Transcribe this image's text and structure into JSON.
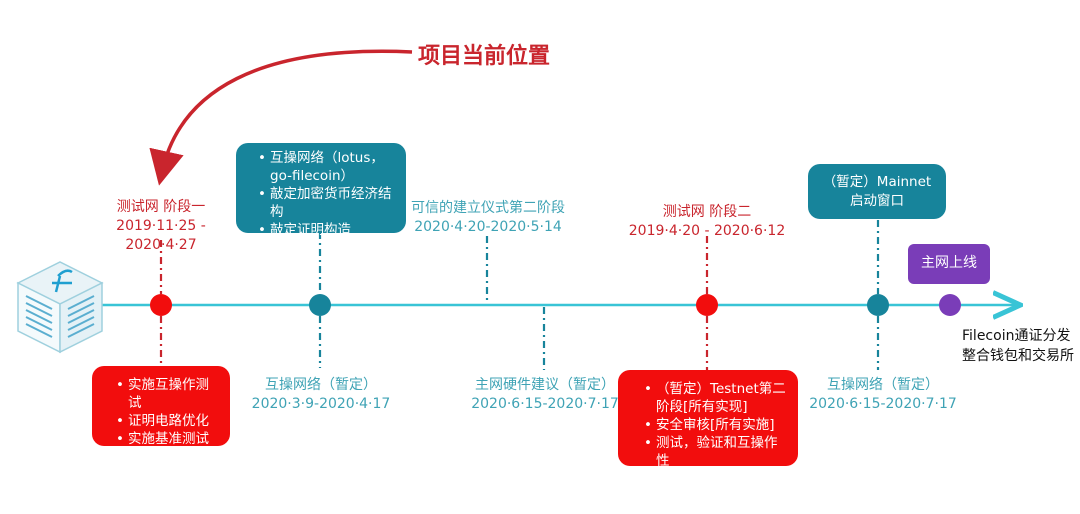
{
  "callout": {
    "text": "项目当前位置"
  },
  "milestones": {
    "testnet_phase1": {
      "title": "测试网 阶段一",
      "dates": "2019·11·25 - 2020·4·27"
    },
    "interop_1": {
      "title": "互操网络（暂定）",
      "dates": "2020·3·9-2020·4·17"
    },
    "trusted_setup": {
      "title": "可信的建立仪式第二阶段",
      "dates": "2020·4·20-2020·5·14"
    },
    "hardware": {
      "title": "主网硬件建议（暂定）",
      "dates": "2020·6·15-2020·7·17"
    },
    "testnet_phase2": {
      "title": "测试网 阶段二",
      "dates": "2019·4·20 - 2020·6·12"
    },
    "interop_2": {
      "title": "互操网络（暂定）",
      "dates": "2020·6·15-2020·7·17"
    }
  },
  "boxes": {
    "phase1_tasks": [
      "实施互操作测试",
      "证明电路优化",
      "实施基准测试"
    ],
    "interop_tasks": [
      "互操网络（lotus，go-filecoin）",
      "敲定加密货币经济结构",
      "敲定证明构造"
    ],
    "phase2_tasks": [
      "（暂定）Testnet第二阶段[所有实现]",
      "安全审核[所有实施]",
      "测试，验证和互操作性"
    ],
    "mainnet_window": "（暂定）Mainnet 启动窗口",
    "mainnet_live": "主网上线"
  },
  "end_label": "Filecoin通证分发 整合钱包和交易所",
  "colors": {
    "red": "#f20d0d",
    "teal": "#17849b",
    "purple": "#7a3db8",
    "axis": "#39c4d6",
    "callout": "#c9252d"
  },
  "icons": {
    "logo": "filecoin-server-icon"
  }
}
